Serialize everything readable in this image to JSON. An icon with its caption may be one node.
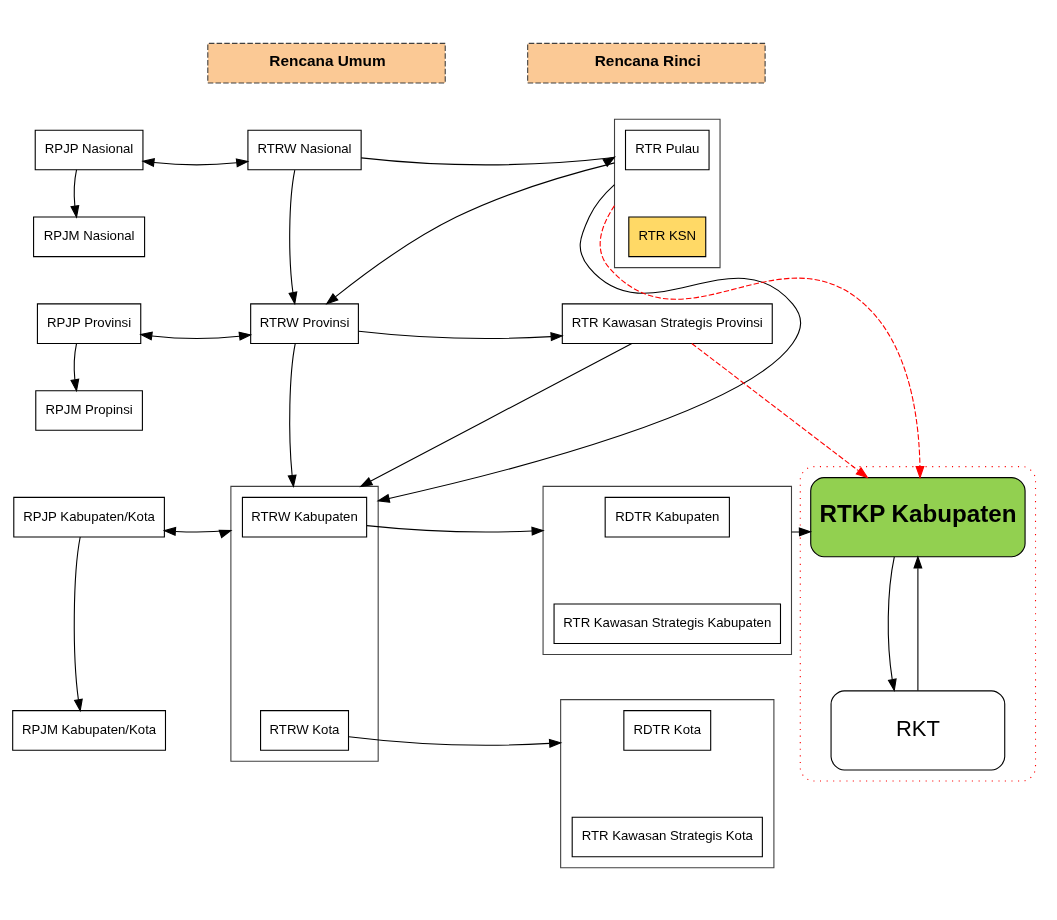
{
  "diagram": {
    "nodes": [
      {
        "text": [
          "RPJP Nasional"
        ]
      },
      {
        "text": [
          "RTRW Nasional"
        ]
      },
      {
        "text": [],
        "shape": "box"
      },
      {
        "text": [
          "RTR Pulau"
        ],
        "in": 2
      },
      {
        "text": [
          "RTR KSN"
        ],
        "in": 2
      },
      {
        "text": [
          "RPJM Nasional"
        ]
      },
      {
        "text": [
          "RPJP Provinsi"
        ]
      },
      {
        "text": [
          "RTRW Provinsi"
        ]
      },
      {
        "text": [
          "RTR Kawasan Strategis Provinsi"
        ]
      },
      {
        "text": [
          "RPJM Propinsi"
        ]
      },
      {
        "text": [
          "RPJP Kabupaten/Kota"
        ]
      },
      {
        "text": [],
        "shape": "box"
      },
      {
        "text": [
          "RTRW Kabupaten"
        ],
        "in": 11
      },
      {
        "text": [
          "RTRW Kota"
        ],
        "in": 11
      },
      {
        "text": [],
        "shape": "box"
      },
      {
        "text": [
          "RDTR Kabupaten"
        ],
        "in": 14
      },
      {
        "text": [
          "RTR Kawasan Strategis Kabupaten"
        ],
        "in": 14
      },
      {
        "text": [],
        "shape": "box"
      },
      {
        "text": [
          "RTKP Kabupaten"
        ],
        "in": 17
      },
      {
        "text": [
          "RKT"
        ],
        "in": 17
      },
      {
        "text": [],
        "shape": "box"
      },
      {
        "text": [
          "RDTR Kota"
        ],
        "in": 20
      },
      {
        "text": [
          "RTR Kawasan Strategis Kota"
        ],
        "in": 20
      },
      {
        "text": [
          "RPJM Kabupaten/Kota"
        ]
      }
    ],
    "edges": [
      {
        "from": 0,
        "to": 1,
        "arrow": "both"
      },
      {
        "from": 0,
        "to": 5,
        "arrow": "to"
      },
      {
        "from": 1,
        "to": 2,
        "arrow": "to"
      },
      {
        "from": 1,
        "to": 7,
        "arrow": "to"
      },
      {
        "from": 2,
        "to": 7,
        "arrow": "to"
      },
      {
        "from": 2,
        "to": 11,
        "arrow": "to"
      },
      {
        "from": 2,
        "to": 18,
        "arrow": "to",
        "style": "dashed",
        "color": "#ff0000"
      },
      {
        "from": 6,
        "to": 7,
        "arrow": "both"
      },
      {
        "from": 6,
        "to": 9,
        "arrow": "to"
      },
      {
        "from": 7,
        "to": 8,
        "arrow": "to"
      },
      {
        "from": 7,
        "to": 11,
        "arrow": "to"
      },
      {
        "from": 8,
        "to": 11,
        "arrow": "to"
      },
      {
        "from": 8,
        "to": 18,
        "arrow": "to",
        "style": "dashed",
        "color": "#ff0000"
      },
      {
        "from": 10,
        "to": 11,
        "arrow": "both"
      },
      {
        "from": 10,
        "to": 23,
        "arrow": "to"
      },
      {
        "from": 12,
        "to": 14,
        "arrow": "to"
      },
      {
        "from": 13,
        "to": 20,
        "arrow": "to"
      },
      {
        "from": 14,
        "to": 18,
        "arrow": "to"
      },
      {
        "from": 18,
        "to": 19,
        "arrow": "to"
      },
      {
        "from": 19,
        "to": 18,
        "arrow": "to"
      }
    ],
    "labels": [
      "Rencana Umum",
      "Rencana Rinci"
    ]
  }
}
